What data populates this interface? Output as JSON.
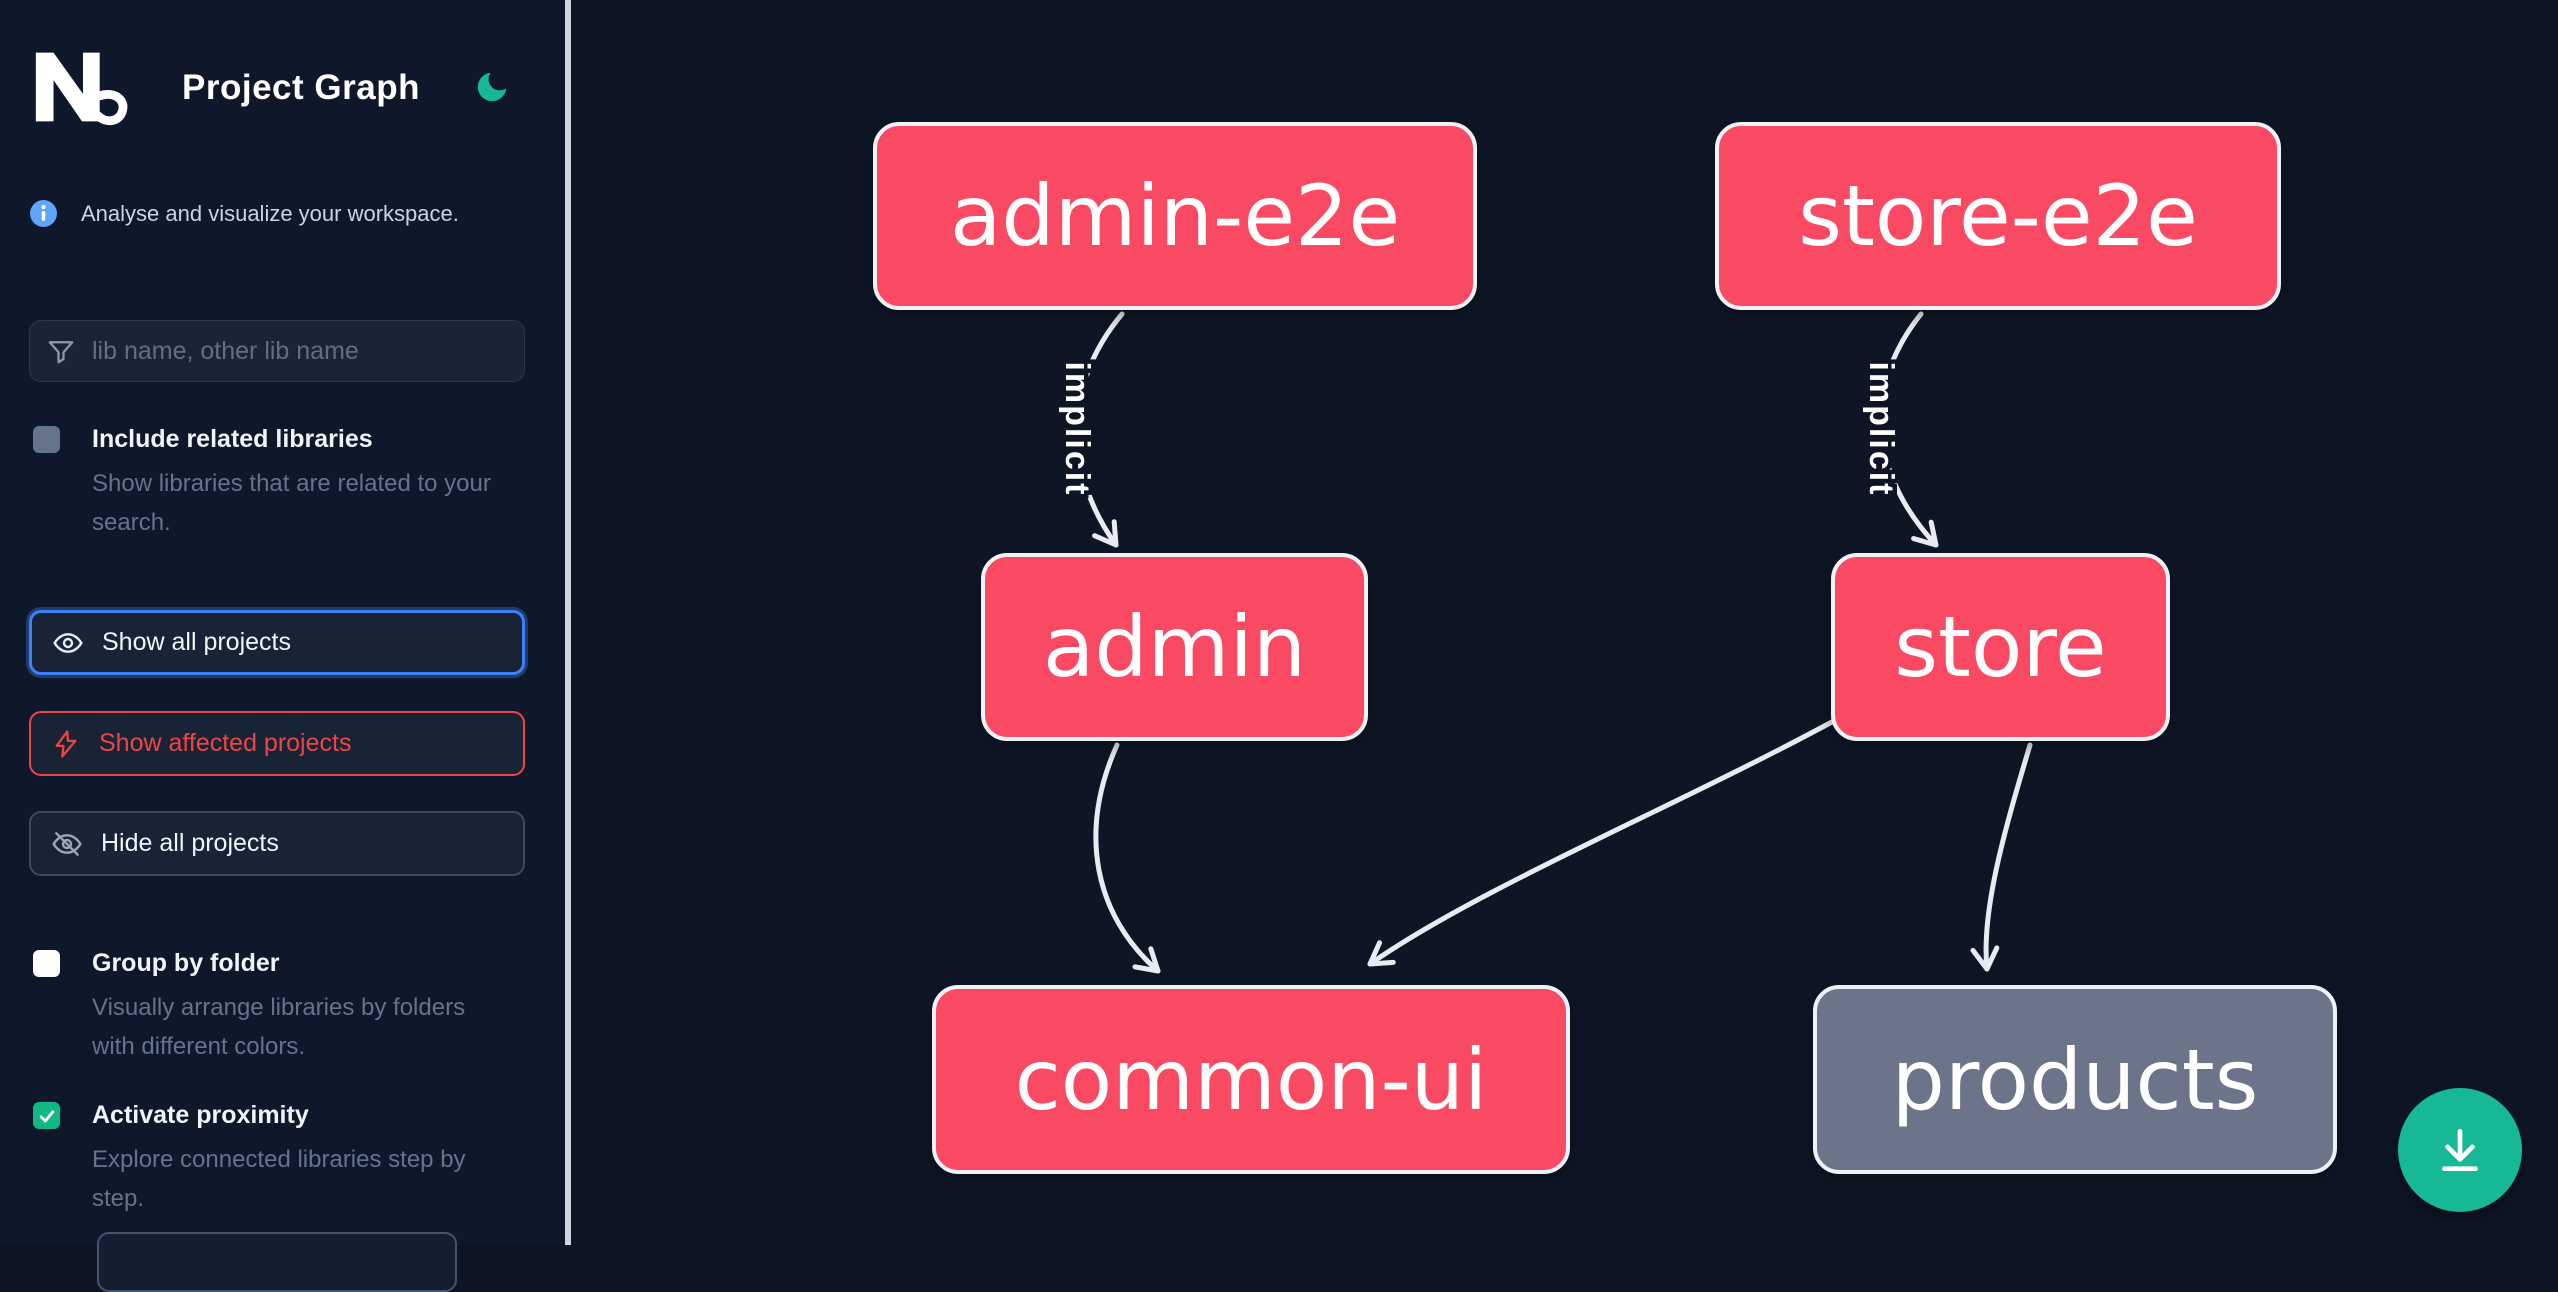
{
  "header": {
    "app": "Nx",
    "title": "Project Graph"
  },
  "sidebar": {
    "tagline": "Analyse and visualize your workspace.",
    "search": {
      "placeholder": "lib name, other lib name"
    },
    "checkboxes": [
      {
        "label": "Include related libraries",
        "description": "Show libraries that are related to your search.",
        "checked": false,
        "style": "muted"
      },
      {
        "label": "Group by folder",
        "description": "Visually arrange libraries by folders with different colors.",
        "checked": false,
        "style": "plain"
      },
      {
        "label": "Activate proximity",
        "description": "Explore connected libraries step by step.",
        "checked": true,
        "style": "checked"
      }
    ],
    "actions": [
      {
        "label": "Show all projects",
        "icon": "eye-icon",
        "state": "focused"
      },
      {
        "label": "Show affected projects",
        "icon": "bolt-icon",
        "state": "danger"
      },
      {
        "label": "Hide all projects",
        "icon": "eye-off-icon",
        "state": "default"
      }
    ]
  },
  "graph": {
    "nodes": [
      {
        "id": "admin-e2e",
        "label": "admin-e2e",
        "color": "#fa4a63"
      },
      {
        "id": "store-e2e",
        "label": "store-e2e",
        "color": "#fa4a63"
      },
      {
        "id": "admin",
        "label": "admin",
        "color": "#fa4a63"
      },
      {
        "id": "store",
        "label": "store",
        "color": "#fa4a63"
      },
      {
        "id": "common-ui",
        "label": "common-ui",
        "color": "#fa4a63"
      },
      {
        "id": "products",
        "label": "products",
        "color": "#6b7488"
      }
    ],
    "edges": [
      {
        "from": "admin-e2e",
        "to": "admin",
        "label": "implicit"
      },
      {
        "from": "store-e2e",
        "to": "store",
        "label": "implicit"
      },
      {
        "from": "admin",
        "to": "common-ui",
        "label": ""
      },
      {
        "from": "store",
        "to": "common-ui",
        "label": ""
      },
      {
        "from": "store",
        "to": "products",
        "label": ""
      }
    ]
  },
  "fab": {
    "icon": "download-icon",
    "color": "#17b896"
  },
  "colors": {
    "sidebar_bg": "#0f172a",
    "canvas_bg": "#0e1626",
    "node_pink": "#fa4a63",
    "node_gray": "#6b7488",
    "edge": "#e8ecf2",
    "accent_teal": "#17b896",
    "focus_blue": "#3b82f6",
    "danger_red": "#ef4444",
    "checkbox_green": "#10b981"
  }
}
